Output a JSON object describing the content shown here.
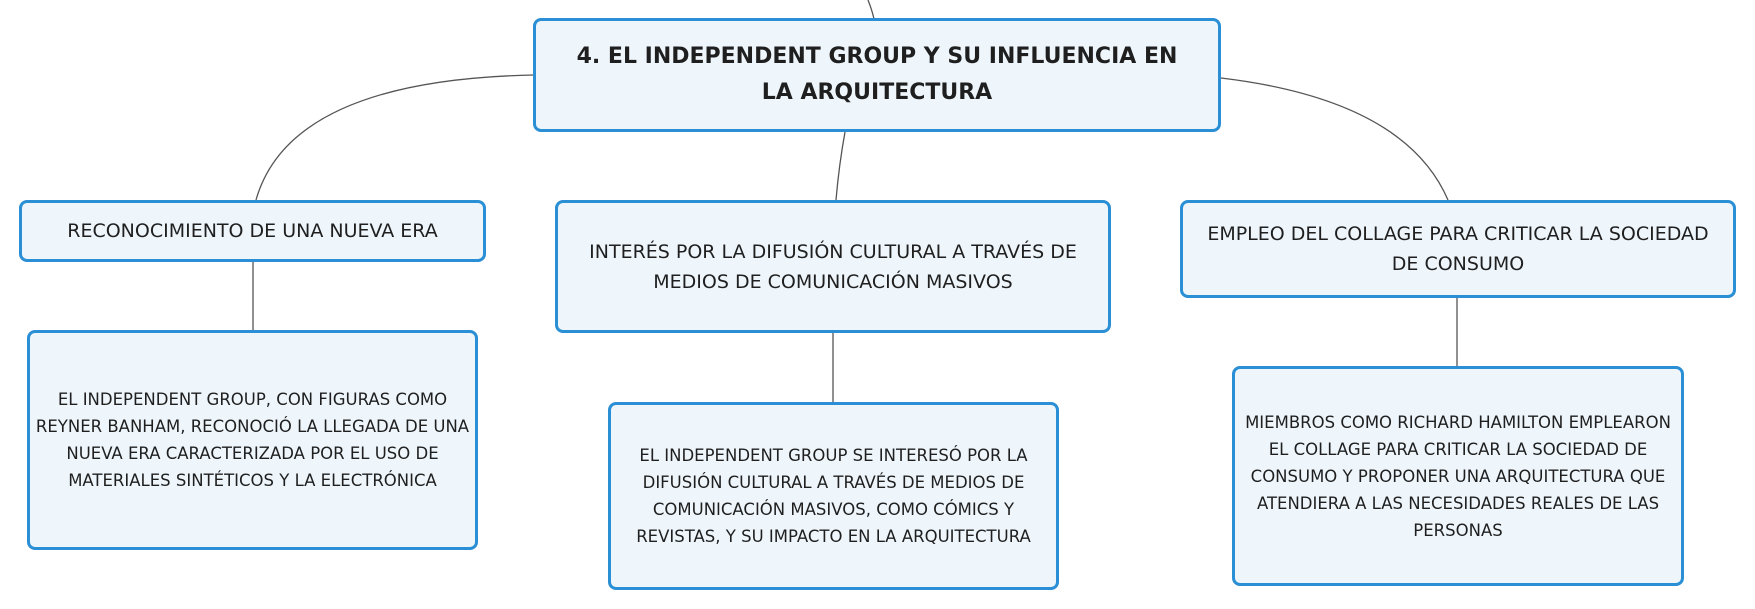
{
  "diagram": {
    "root": {
      "label": "4. EL INDEPENDENT GROUP Y SU INFLUENCIA EN LA ARQUITECTURA"
    },
    "branches": [
      {
        "label": "RECONOCIMIENTO DE UNA NUEVA ERA",
        "child": "EL INDEPENDENT GROUP, CON FIGURAS COMO REYNER BANHAM, RECONOCIÓ LA LLEGADA DE UNA NUEVA ERA CARACTERIZADA POR EL USO DE MATERIALES SINTÉTICOS Y LA ELECTRÓNICA"
      },
      {
        "label": "INTERÉS POR LA DIFUSIÓN CULTURAL A TRAVÉS DE MEDIOS DE COMUNICACIÓN MASIVOS",
        "child": "EL INDEPENDENT GROUP SE INTERESÓ POR LA DIFUSIÓN CULTURAL A TRAVÉS DE MEDIOS DE COMUNICACIÓN MASIVOS, COMO CÓMICS Y REVISTAS, Y SU IMPACTO EN LA ARQUITECTURA"
      },
      {
        "label": "EMPLEO DEL COLLAGE PARA CRITICAR LA SOCIEDAD DE CONSUMO",
        "child": "MIEMBROS COMO RICHARD HAMILTON EMPLEARON EL COLLAGE PARA CRITICAR LA SOCIEDAD DE CONSUMO Y PROPONER UNA ARQUITECTURA QUE ATENDIERA A LAS NECESIDADES REALES DE LAS PERSONAS"
      }
    ]
  },
  "colors": {
    "node_border": "#2b8fd6",
    "node_fill": "#eef6fc",
    "connector": "#555555",
    "text": "#1f1f1f"
  }
}
